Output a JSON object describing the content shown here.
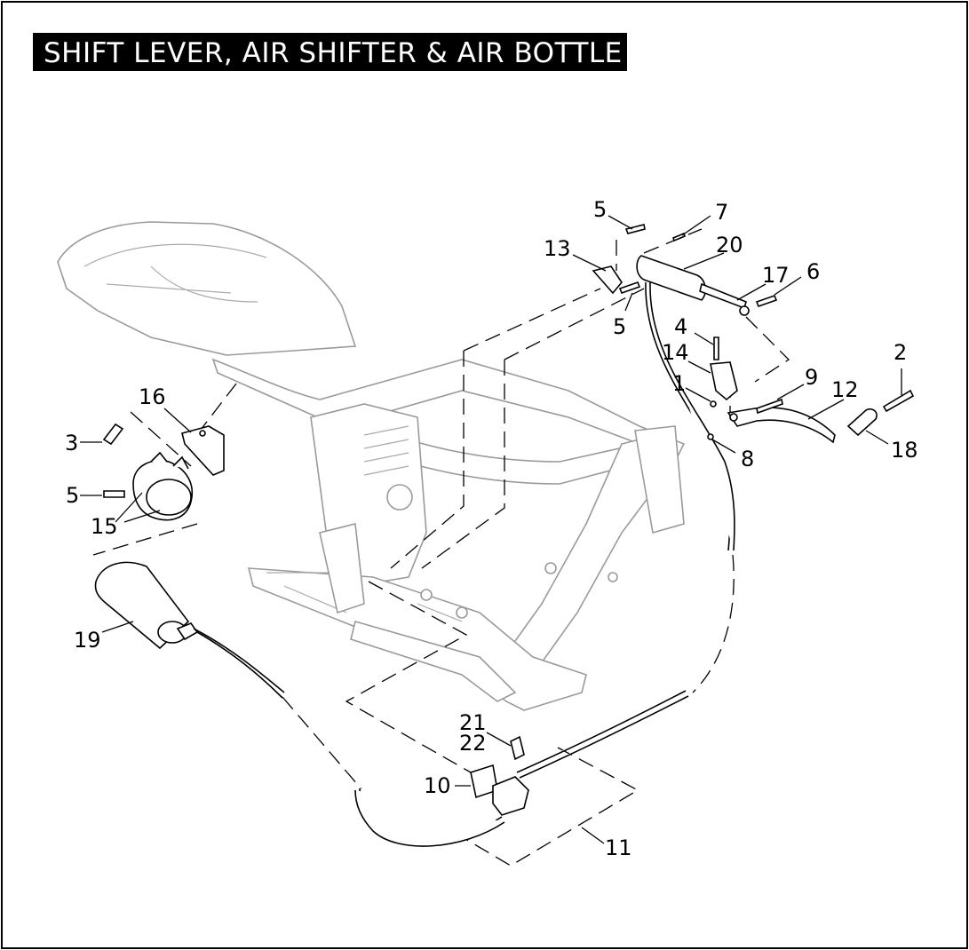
{
  "title": "SHIFT LEVER, AIR SHIFTER & AIR BOTTLE",
  "callouts": {
    "c1": "1",
    "c2": "2",
    "c3": "3",
    "c4": "4",
    "c5a": "5",
    "c5b": "5",
    "c5c": "5",
    "c6": "6",
    "c7": "7",
    "c8": "8",
    "c9": "9",
    "c10": "10",
    "c11": "11",
    "c12": "12",
    "c13": "13",
    "c14": "14",
    "c15": "15",
    "c16": "16",
    "c17": "17",
    "c18": "18",
    "c19": "19",
    "c20": "20",
    "c21": "21",
    "c22": "22"
  }
}
